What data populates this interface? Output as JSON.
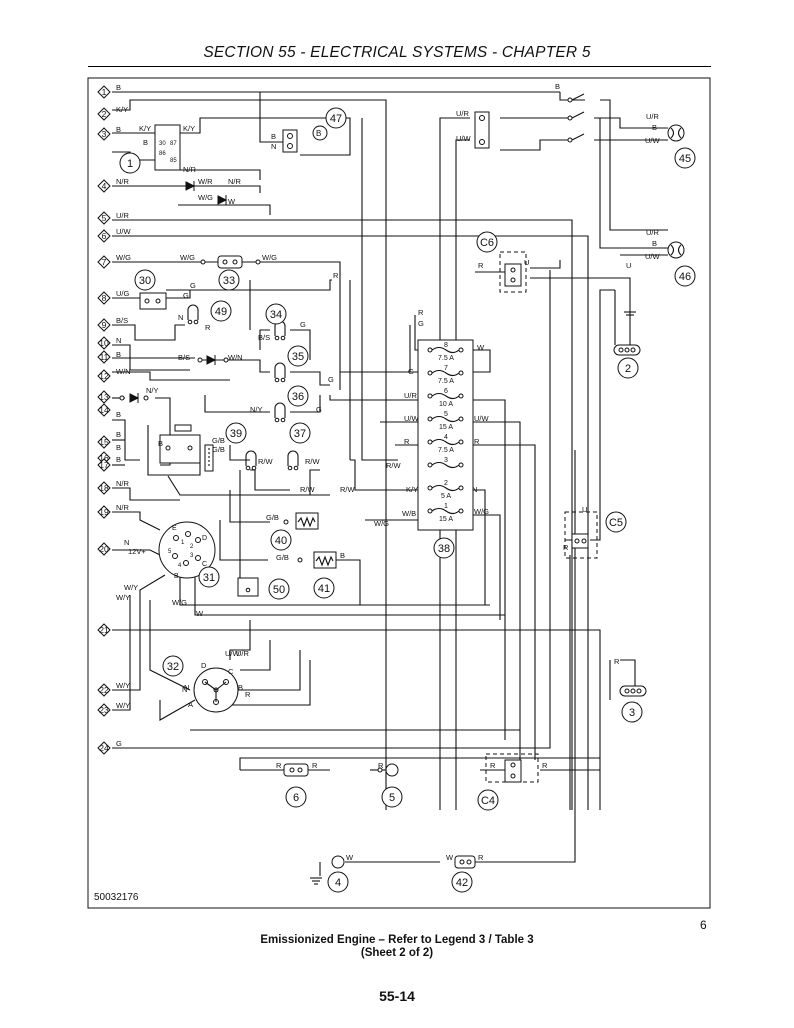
{
  "header": {
    "title": "SECTION 55 - ELECTRICAL SYSTEMS - CHAPTER 5"
  },
  "diagram": {
    "ref_code": "50032176",
    "left_connector_pins": [
      "1",
      "2",
      "3",
      "4",
      "5",
      "6",
      "7",
      "8",
      "9",
      "10",
      "11",
      "12",
      "13",
      "14",
      "15",
      "16",
      "17",
      "18",
      "19",
      "20",
      "21",
      "22",
      "23",
      "24"
    ],
    "wire_labels": {
      "p1": "B",
      "p2": "K/Y",
      "p3": "B",
      "p4": "N/R",
      "p5": "U/R",
      "p6": "U/W",
      "p7": "W/G",
      "p8": "U/G",
      "p9": "B/S",
      "p10": "N",
      "p11": "B",
      "p12": "W/N",
      "p13": "N/Y",
      "p14": "B",
      "p15": "B",
      "p16": "B",
      "p17": "B",
      "p18": "N/R",
      "p19": "N/R",
      "p20": "N",
      "p20v": "12V+",
      "p22": "W/Y",
      "p23": "W/Y",
      "p24": "G",
      "relay_ky_left": "K/Y",
      "relay_ky_right": "K/Y",
      "relay_b": "B",
      "relay_nr": "N/R",
      "d4_wr": "W/R",
      "d4_nr": "N/R",
      "d5_wg": "W/G",
      "d5_w": "W",
      "c47_b": "B",
      "c47_n": "N",
      "sw_ur": "U/R",
      "sw_uw": "U/W",
      "sw_b": "B",
      "l45_ur": "U/R",
      "l45_b": "B",
      "l45_uw": "U/W",
      "l46_ur": "U/R",
      "l46_b": "B",
      "l46_uw": "U/W",
      "c33_wg": "W/G",
      "c33_wg2": "W/G",
      "c30_g": "G",
      "c30_g2": "G",
      "c30_r": "R",
      "l49_n": "N",
      "l49_r": "R",
      "l34_bs": "B/S",
      "l34_g": "G",
      "d35_bs": "B/S",
      "d35_wn": "W/N",
      "l36_g": "G",
      "l37_ny": "N/Y",
      "l37_g": "G",
      "c41_gb": "G/B",
      "c41_gb2": "G/B",
      "c41_b": "B",
      "l41a_rw": "R/W",
      "l41b_rw": "R/W",
      "rw_mid": "R/W",
      "rw_mid2": "R/W",
      "c38_gb": "G/B",
      "c39_gb": "G/B",
      "c39_b": "B",
      "ign_w": "W",
      "ign_wy": "W/Y",
      "ign_wy2": "W/Y",
      "ign_wg": "W/G",
      "c32_uw": "U/W",
      "c32_ur": "U/R",
      "c32_n": "N",
      "c32_r": "R",
      "fb_r": "R",
      "fb_g": "G",
      "fb_w": "W",
      "fb_g7": "G",
      "fb_ur6": "U/R",
      "fb_uw5": "U/W",
      "fb_uw5r": "U/W",
      "fb_r4": "R",
      "fb_rw": "R/W",
      "fb_r4r": "R",
      "fb_ky": "K/Y",
      "fb_n2": "N",
      "fb_wb": "W/B",
      "fb_wg": "W/G",
      "fb_wg1": "W/G",
      "c6_r": "R",
      "c6_u": "U",
      "c6_u2": "U",
      "c5_u": "U",
      "c5_r": "R",
      "c3_r": "R",
      "c6b_r": "R",
      "c6b_r2": "R",
      "c5b_r": "R",
      "c4_r": "R",
      "c4_r2": "R",
      "g4_w": "W",
      "c42_w": "W",
      "c42_r": "R"
    },
    "fuses": [
      {
        "num": "8",
        "rating": "7.5 A"
      },
      {
        "num": "7",
        "rating": "7.5 A"
      },
      {
        "num": "6",
        "rating": "10 A"
      },
      {
        "num": "5",
        "rating": "15 A"
      },
      {
        "num": "4",
        "rating": "7.5 A"
      },
      {
        "num": "3",
        "rating": ""
      },
      {
        "num": "2",
        "rating": "5 A"
      },
      {
        "num": "1",
        "rating": "15 A"
      }
    ],
    "component_callouts": [
      "1",
      "2",
      "3",
      "4",
      "5",
      "6",
      "C4",
      "C5",
      "C6",
      "30",
      "31",
      "32",
      "33",
      "34",
      "35",
      "36",
      "37",
      "38",
      "39",
      "40",
      "41",
      "42",
      "45",
      "46",
      "47",
      "49",
      "50"
    ],
    "relay_pins": [
      "30",
      "87",
      "86",
      "85"
    ],
    "ignition_pins": [
      "E",
      "1",
      "2",
      "3",
      "4",
      "5",
      "B",
      "C",
      "D"
    ],
    "switch32_pins": [
      "D",
      "C",
      "B",
      "A",
      "N"
    ]
  },
  "figure_number": "6",
  "caption": {
    "line1": "Emissionized Engine – Refer to Legend 3 / Table 3",
    "line2": "(Sheet 2 of 2)"
  },
  "page_number": "55-14"
}
